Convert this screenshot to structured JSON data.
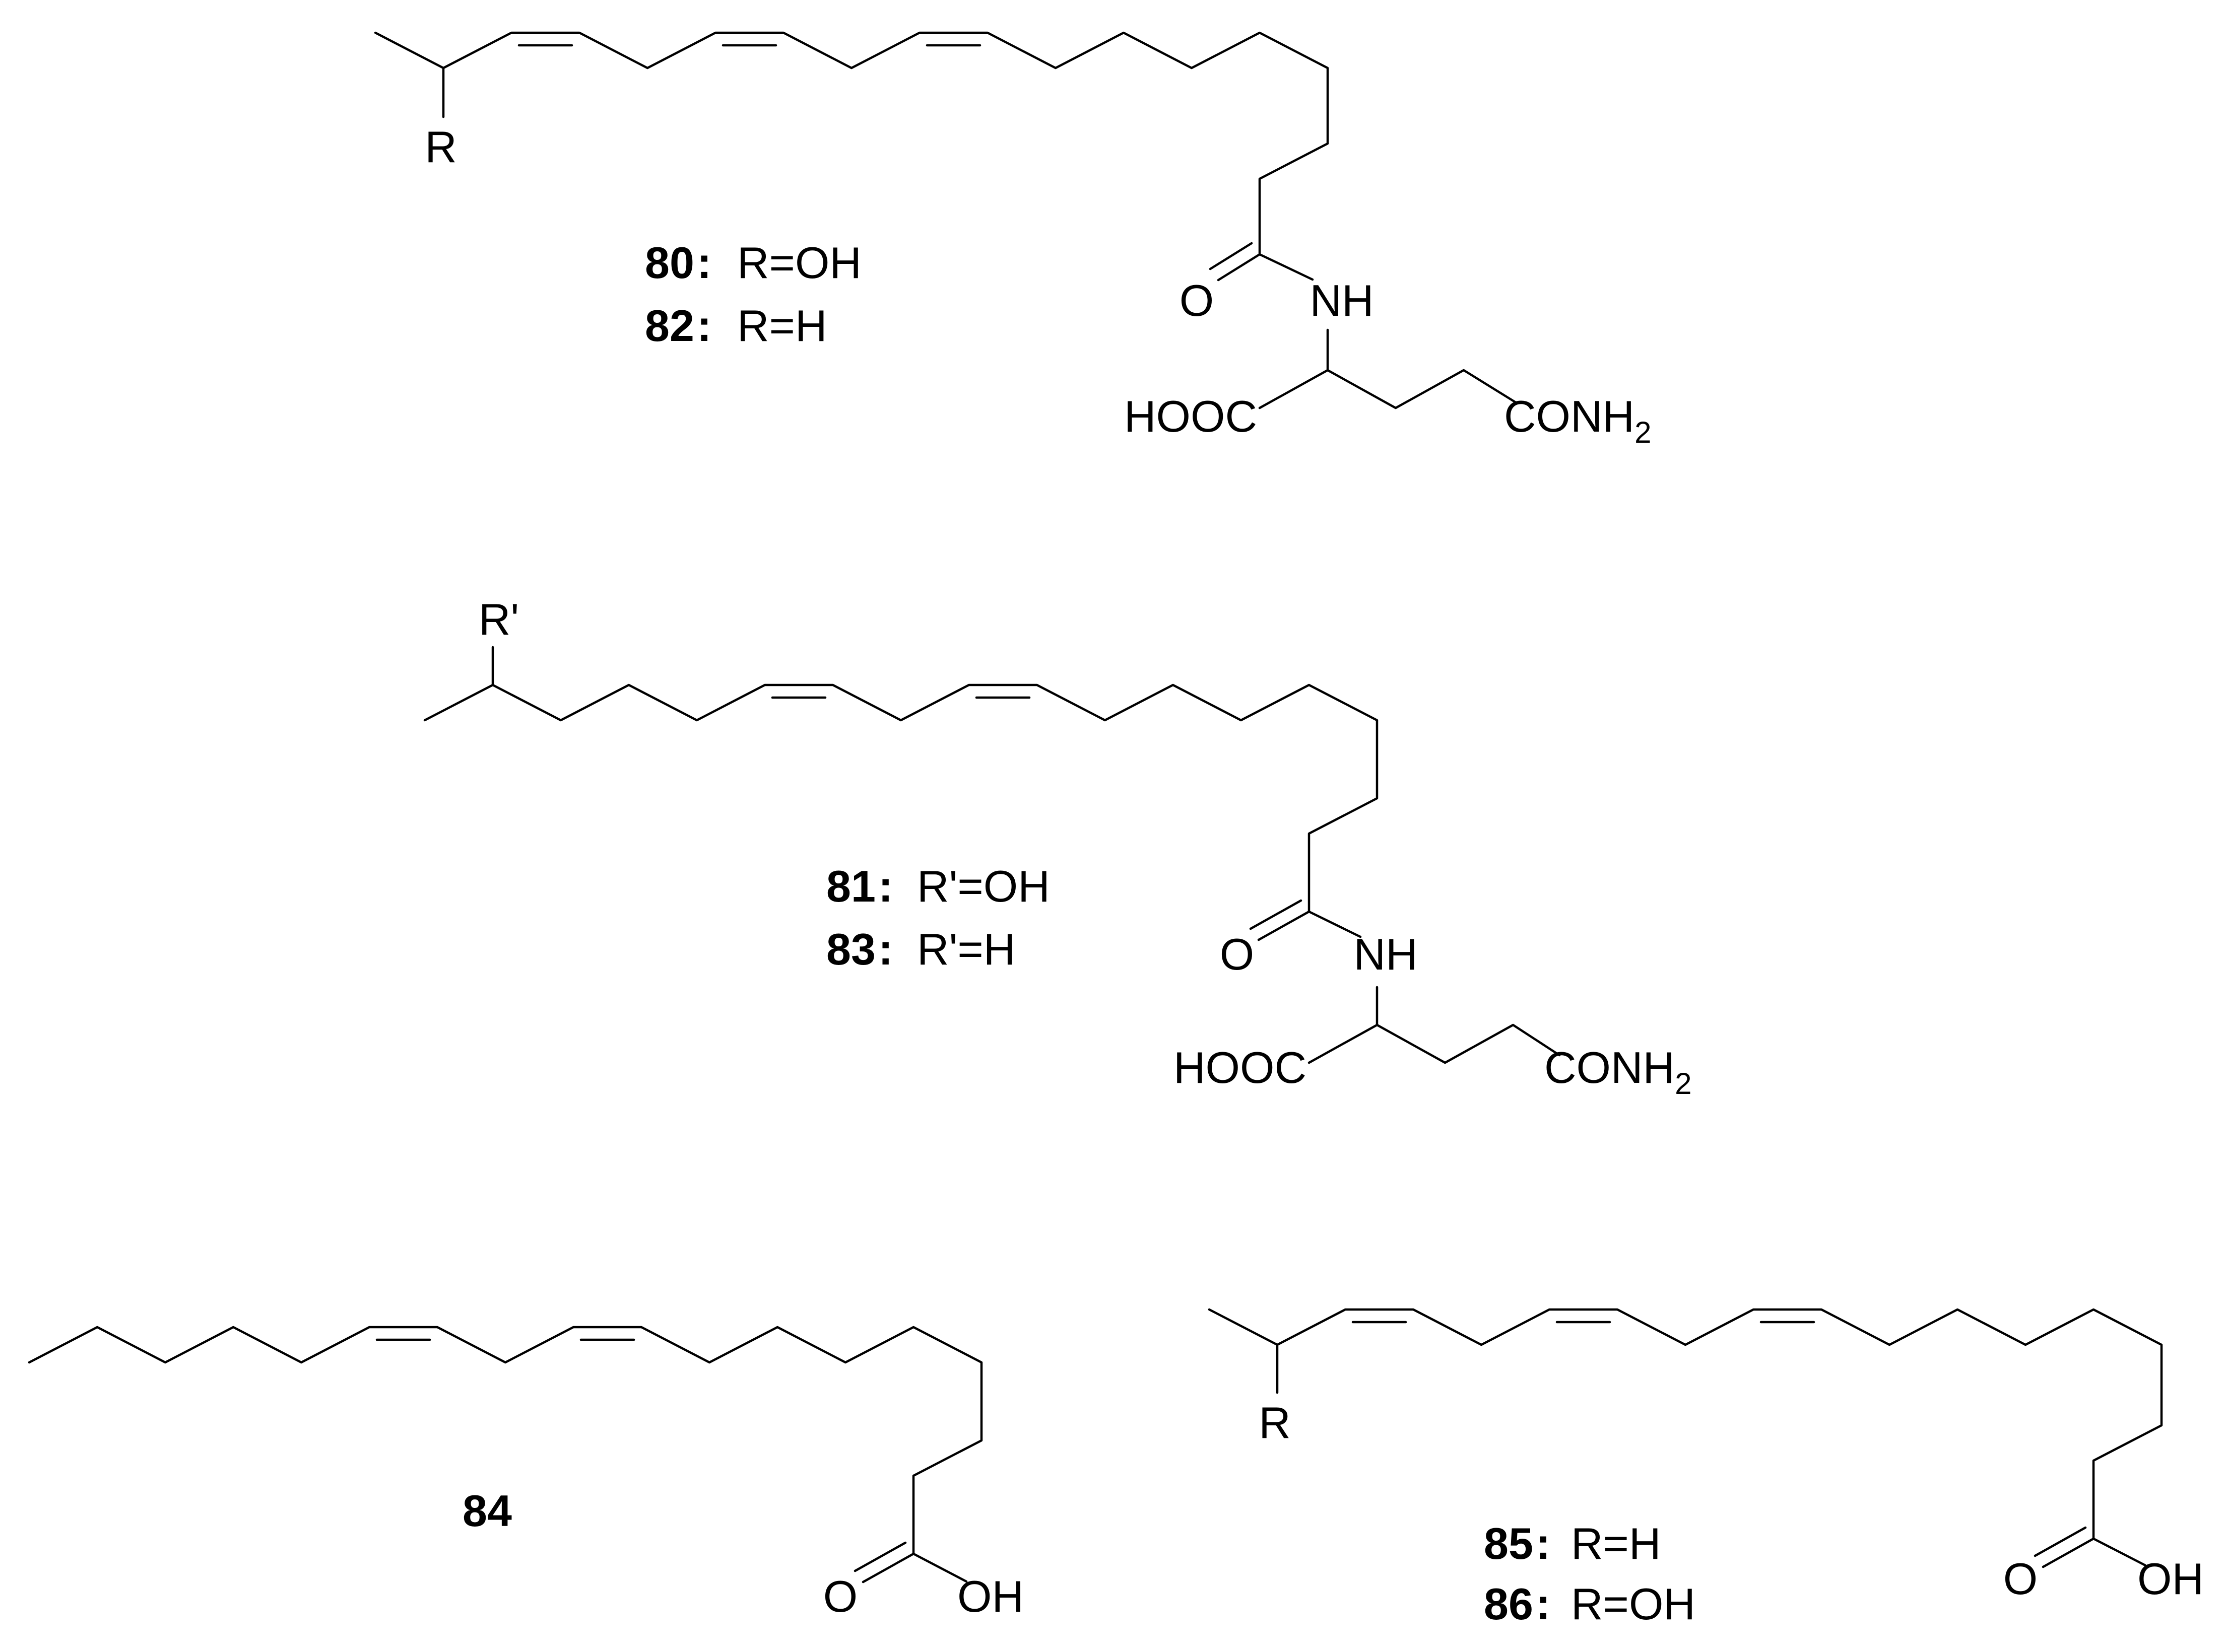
{
  "structures": [
    {
      "id": "s1",
      "labels": {
        "R": "R",
        "O": "O",
        "NH": "NH",
        "HOOC": "HOOC",
        "CONH": "CONH",
        "sub2": "2"
      },
      "compounds": [
        {
          "number": "80",
          "colon": ":",
          "substituent": "R=OH"
        },
        {
          "number": "82",
          "colon": ":",
          "substituent": "R=H"
        }
      ]
    },
    {
      "id": "s2",
      "labels": {
        "R": "R'",
        "O": "O",
        "NH": "NH",
        "HOOC": "HOOC",
        "CONH": "CONH",
        "sub2": "2"
      },
      "compounds": [
        {
          "number": "81",
          "colon": ":",
          "substituent": "R'=OH"
        },
        {
          "number": "83",
          "colon": ":",
          "substituent": "R'=H"
        }
      ]
    },
    {
      "id": "s3",
      "labels": {
        "O": "O",
        "OH": "OH"
      },
      "compounds": [
        {
          "number": "84"
        }
      ]
    },
    {
      "id": "s4",
      "labels": {
        "R": "R",
        "O": "O",
        "OH": "OH"
      },
      "compounds": [
        {
          "number": "85",
          "colon": ":",
          "substituent": "R=H"
        },
        {
          "number": "86",
          "colon": ":",
          "substituent": "R=OH"
        }
      ]
    }
  ],
  "colors": {
    "ink": "#000000",
    "background": "#ffffff"
  }
}
